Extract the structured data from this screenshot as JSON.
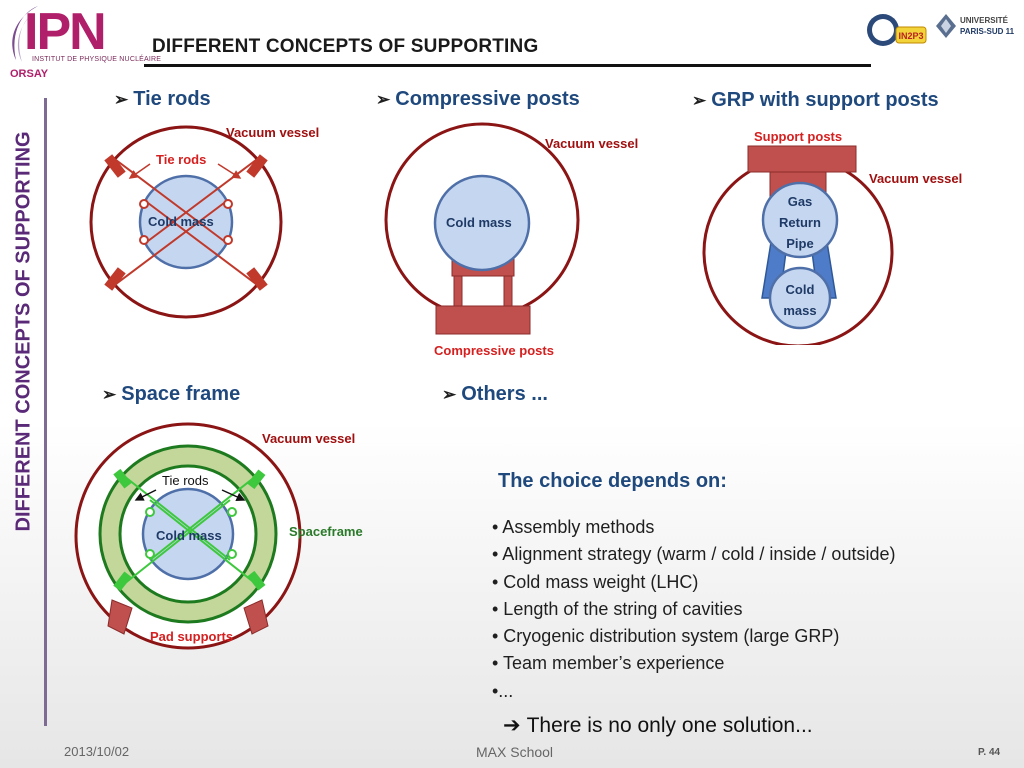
{
  "header": {
    "logo_text": "IPN",
    "logo_subtitle": "INSTITUT DE PHYSIQUE NUCLÉAIRE",
    "logo_place": "ORSAY",
    "title": "DIFFERENT CONCEPTS OF SUPPORTING",
    "right_logo_1": "IN2P3",
    "right_logo_2_line1": "UNIVERSITÉ",
    "right_logo_2_line2": "PARIS-SUD 11"
  },
  "sidebar": {
    "vertical_title": "DIFFERENT CONCEPTS OF SUPPORTING"
  },
  "sections": {
    "tie_rods": {
      "heading": "Tie rods",
      "vessel_label": "Vacuum vessel",
      "rods_label": "Tie rods",
      "mass_label": "Cold mass"
    },
    "compressive": {
      "heading": "Compressive posts",
      "vessel_label": "Vacuum vessel",
      "mass_label": "Cold mass",
      "posts_label": "Compressive posts"
    },
    "grp": {
      "heading": "GRP with support posts",
      "posts_label": "Support posts",
      "vessel_label": "Vacuum vessel",
      "pipe_line1": "Gas",
      "pipe_line2": "Return",
      "pipe_line3": "Pipe",
      "mass_line1": "Cold",
      "mass_line2": "mass"
    },
    "space_frame": {
      "heading": "Space frame",
      "vessel_label": "Vacuum vessel",
      "rods_label": "Tie rods",
      "mass_label": "Cold mass",
      "frame_label": "Spaceframe",
      "pads_label": "Pad supports"
    },
    "others": {
      "heading": "Others ..."
    }
  },
  "choice": {
    "title": "The choice depends on:",
    "items": [
      "• Assembly methods",
      "• Alignment strategy (warm / cold / inside / outside)",
      "• Cold mass weight (LHC)",
      "• Length of the string of cavities",
      "• Cryogenic distribution system (large GRP)",
      "• Team member’s experience",
      "•..."
    ],
    "conclusion": "There is no only one solution..."
  },
  "footer": {
    "date": "2013/10/02",
    "event": "MAX School",
    "page": "P. 44"
  },
  "colors": {
    "heading_blue": "#1f497d",
    "vessel_red": "#8b1414",
    "support_red": "#c0504d",
    "mass_fill": "#c5d7f0",
    "mass_stroke": "#4f6fa8",
    "frame_green": "#1e7a1e",
    "rod_green": "#3ec83e"
  }
}
